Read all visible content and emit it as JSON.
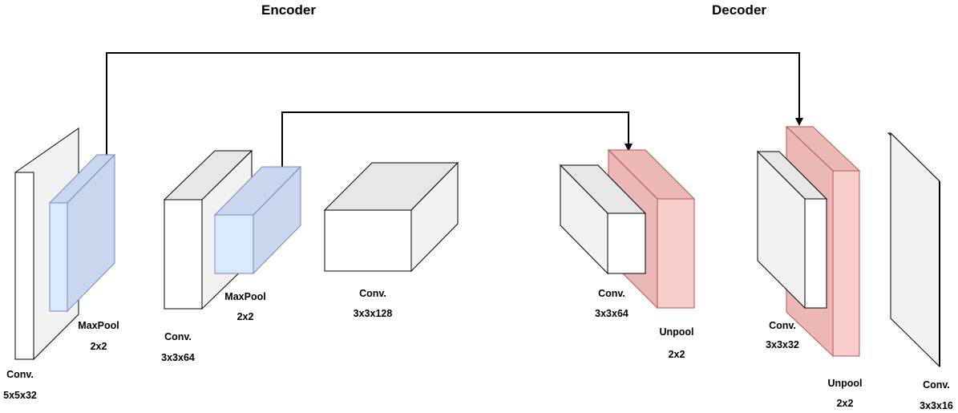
{
  "titles": {
    "encoder": "Encoder",
    "decoder": "Decoder"
  },
  "labels": {
    "conv1_name": "Conv.",
    "conv1_size": "5x5x32",
    "pool1_name": "MaxPool",
    "pool1_size": "2x2",
    "conv2_name": "Conv.",
    "conv2_size": "3x3x64",
    "pool2_name": "MaxPool",
    "pool2_size": "2x2",
    "conv3_name": "Conv.",
    "conv3_size": "3x3x128",
    "dconv1_name": "Conv.",
    "dconv1_size": "3x3x64",
    "unpool1_name": "Unpool",
    "unpool1_size": "2x2",
    "dconv2_name": "Conv.",
    "dconv2_size": "3x3x32",
    "unpool2_name": "Unpool",
    "unpool2_size": "2x2",
    "dconv3_name": "Conv.",
    "dconv3_size": "3x3x16"
  },
  "colors": {
    "conv_fill": "#ffffff",
    "conv_side": "#f2f2f2",
    "conv_top": "#e6e6e6",
    "pool_front": "#dae8fc",
    "pool_side": "#c9d6ee",
    "pool_stroke": "#6c8ebf",
    "unpool_front": "#f8cecc",
    "unpool_side": "#ebb8b6",
    "unpool_stroke": "#b85450"
  }
}
